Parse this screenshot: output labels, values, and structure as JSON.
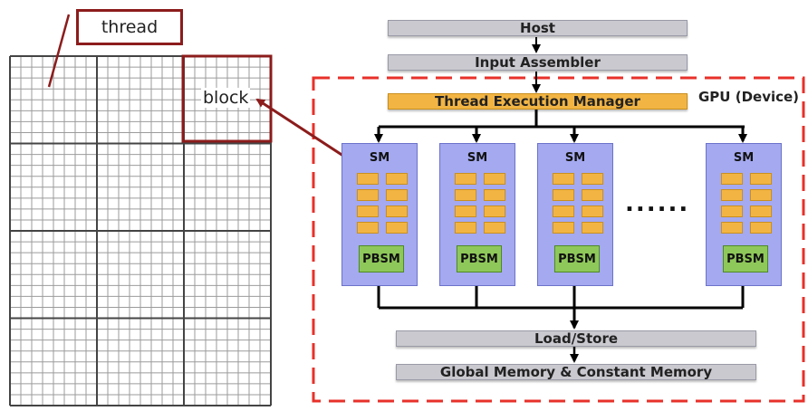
{
  "labels": {
    "thread": "thread",
    "block": "block",
    "gpu": "GPU (Device)",
    "dots": "......"
  },
  "pipeline": {
    "host": "Host",
    "input_assembler": "Input Assembler",
    "thread_execution_manager": "Thread Execution Manager",
    "load_store": "Load/Store",
    "global_memory": "Global Memory & Constant Memory"
  },
  "sms": [
    {
      "label": "SM",
      "memory": "PBSM"
    },
    {
      "label": "SM",
      "memory": "PBSM"
    },
    {
      "label": "SM",
      "memory": "PBSM"
    },
    {
      "label": "SM",
      "memory": "PBSM"
    }
  ],
  "grid": {
    "blocks_across": 3,
    "blocks_down": 4,
    "threads_per_block_across": 8,
    "threads_per_block_down": 8
  },
  "colors": {
    "grid_line": "#9b9b9b",
    "block_line": "#444444",
    "highlight": "#8c1c1c",
    "device_border": "#e8302a",
    "bar_gray": "#c9c9cf",
    "orange": "#f2b544",
    "sm_fill": "#a4a9f0",
    "pbsm_fill": "#8fc85a"
  }
}
